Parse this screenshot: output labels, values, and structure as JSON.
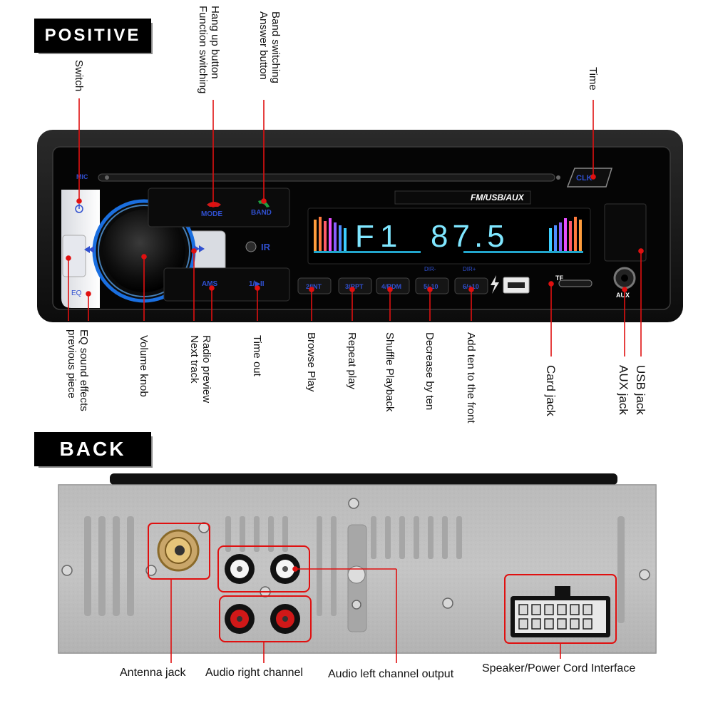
{
  "sections": {
    "front_title": "POSITIVE",
    "back_title": "BACK"
  },
  "front_labels": {
    "switch": "Switch",
    "hang_up": "Hang up button\nFunction switching",
    "band_switching": "Band switching\nAnswer button",
    "time": "Time",
    "eq_previous": "EQ sound effects\nprevious piece",
    "volume_knob": "Volume knob",
    "radio_next": "Radio preview\nNext track",
    "time_out": "Time out",
    "browse_play": "Browse Play",
    "repeat_play": "Repeat play",
    "shuffle_playback": "Shuffle Playback",
    "decrease_by_ten": "Decrease by ten",
    "add_ten": "Add ten to the front",
    "card_jack": "Card jack",
    "aux_jack": "AUX jack",
    "usb_jack": "USB jack"
  },
  "device_front": {
    "mic": "MIC",
    "clk": "CLK",
    "fm_usb_aux": "FM/USB/AUX",
    "mode": "MODE",
    "band": "BAND",
    "ir": "IR",
    "eq": "EQ",
    "ams": "AMS",
    "play_pause": "1/▶II",
    "btn_2": "2/INT",
    "btn_3": "3/RPT",
    "btn_4": "4/RDM",
    "btn_5": "5/-10",
    "btn_6": "6/+10",
    "dir_minus": "DIR-",
    "dir_plus": "DIR+",
    "tf": "TF",
    "aux": "AUX",
    "display_band": "F1",
    "display_freq": "87.5"
  },
  "back_labels": {
    "antenna": "Antenna jack",
    "audio_right": "Audio right channel",
    "audio_left": "Audio left channel output",
    "speaker_power": "Speaker/Power Cord Interface"
  },
  "colors": {
    "callout_line": "#e01010",
    "panel_blue": "#3050d0",
    "display_cyan": "#7fe6ff",
    "accent_red": "#d01818"
  }
}
